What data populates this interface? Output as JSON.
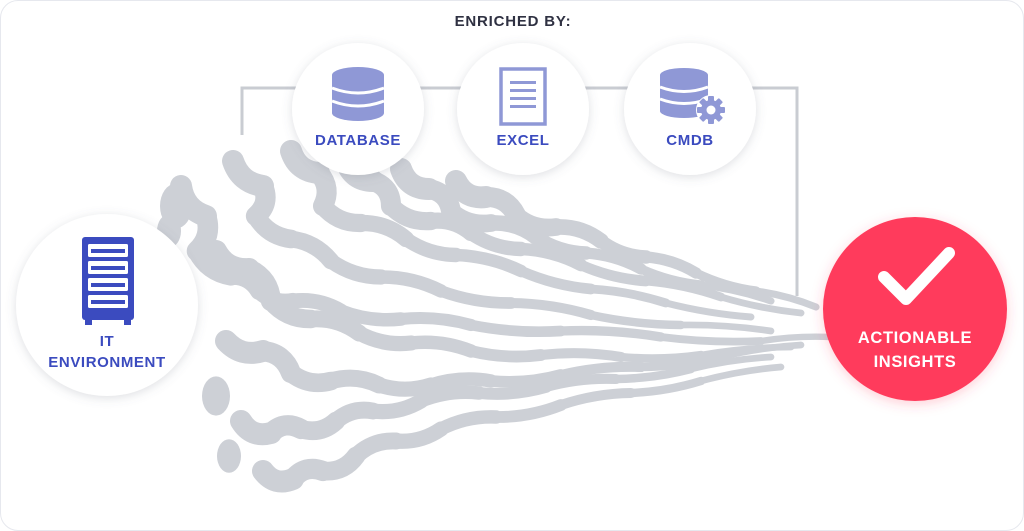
{
  "heading": "ENRICHED BY:",
  "source": {
    "line1": "IT",
    "line2": "ENVIRONMENT",
    "icon": "server-rack-icon"
  },
  "enrichers": [
    {
      "label": "DATABASE",
      "icon": "database-icon"
    },
    {
      "label": "EXCEL",
      "icon": "document-icon"
    },
    {
      "label": "CMDB",
      "icon": "database-gear-icon"
    }
  ],
  "output": {
    "line1": "ACTIONABLE",
    "line2": "INSIGHTS",
    "icon": "checkmark-icon"
  },
  "colors": {
    "accent_blue": "#3b4bbf",
    "icon_muted": "#8f98d6",
    "flow_gray": "#cdd0d6",
    "connector_gray": "#c9ccd2",
    "insight_red": "#ff3b5c",
    "heading_text": "#2f3142"
  }
}
